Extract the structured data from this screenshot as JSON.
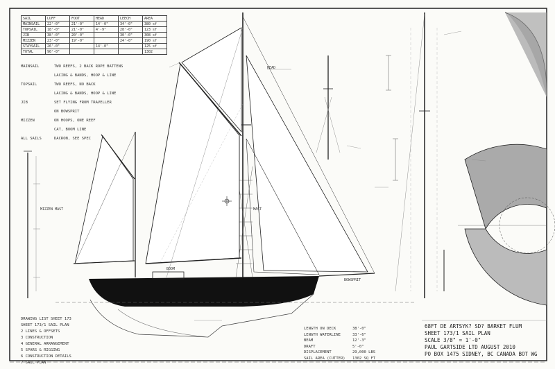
{
  "title_block": {
    "line1": "68FT DE ARTSYK? SD? BARKET FLUM",
    "line2": "SHEET 173/1  SAIL PLAN",
    "line3": "SCALE  3/8\" = 1'-0\"",
    "line4": "PAUL GARTSIDE LTD    AUGUST 2010",
    "line5": "PO BOX 1475 SIDNEY, BC  CANADA  BOT WG"
  },
  "sail_table": {
    "rows": [
      [
        "SAIL",
        "LUFF",
        "FOOT",
        "HEAD",
        "LEECH",
        "AREA"
      ],
      [
        "MAINSAIL",
        "22'-0\"",
        "21'-0\"",
        "14'-0\"",
        "34'-0\"",
        "380 sf"
      ],
      [
        "TOPSAIL",
        "18'-0\"",
        "21'-0\"",
        "4'-9\"",
        "28'-0\"",
        "123 sf"
      ],
      [
        "JIB",
        "38'-0\"",
        "20'-0\"",
        "",
        "30'-0\"",
        "308 sf"
      ],
      [
        "MIZZEN",
        "23'-0\"",
        "19'-0\"",
        "",
        "24'-0\"",
        "190 sf"
      ],
      [
        "STAYSAIL",
        "26'-0\"",
        "",
        "14'-0\"",
        "",
        "125 sf"
      ],
      [
        "TOTAL",
        "90'-0\"",
        "",
        "",
        "",
        "1302"
      ]
    ]
  },
  "notes": [
    {
      "k": "MAINSAIL",
      "v": "TWO REEFS, 2 BACK ROPE BATTENS"
    },
    {
      "k": "",
      "v": "LACING & BANDS, HOOP & LINE"
    },
    {
      "k": "TOPSAIL",
      "v": "TWO REEFS, NO BACK"
    },
    {
      "k": "",
      "v": "LACING & BANDS, HOOP & LINE"
    },
    {
      "k": "JIB",
      "v": "SET FLYING FROM TRAVELLER"
    },
    {
      "k": "",
      "v": "ON BOWSPRIT"
    },
    {
      "k": "MIZZEN",
      "v": "ON HOOPS, ONE REEF"
    },
    {
      "k": "",
      "v": "CAT, BOOM LINE"
    },
    {
      "k": "ALL SAILS",
      "v": "DACRON, SEE SPEC"
    }
  ],
  "list_block": [
    "DRAWING LIST SHEET 173",
    "SHEET 173/1  SAIL PLAN",
    "2  LINES & OFFSETS",
    "3  CONSTRUCTION",
    "4  GENERAL ARRANGEMENT",
    "5  SPARS & RIGGING",
    "6  CONSTRUCTION DETAILS",
    "7  SAIL PLAN"
  ],
  "dims_block": [
    {
      "k": "LENGTH ON DECK",
      "v": "38'-0\""
    },
    {
      "k": "LENGTH WATERLINE",
      "v": "33'-6\""
    },
    {
      "k": "BEAM",
      "v": "12'-3\""
    },
    {
      "k": "DRAFT",
      "v": "5'-0\""
    },
    {
      "k": "DISPLACEMENT",
      "v": "29,000 LBS"
    },
    {
      "k": "SAIL AREA (CUTTER)",
      "v": "1302 SQ FT"
    }
  ],
  "annotations": [
    "HEAD",
    "MAST",
    "BOOM",
    "BOWSPRIT",
    "MIZZEN MAST"
  ]
}
